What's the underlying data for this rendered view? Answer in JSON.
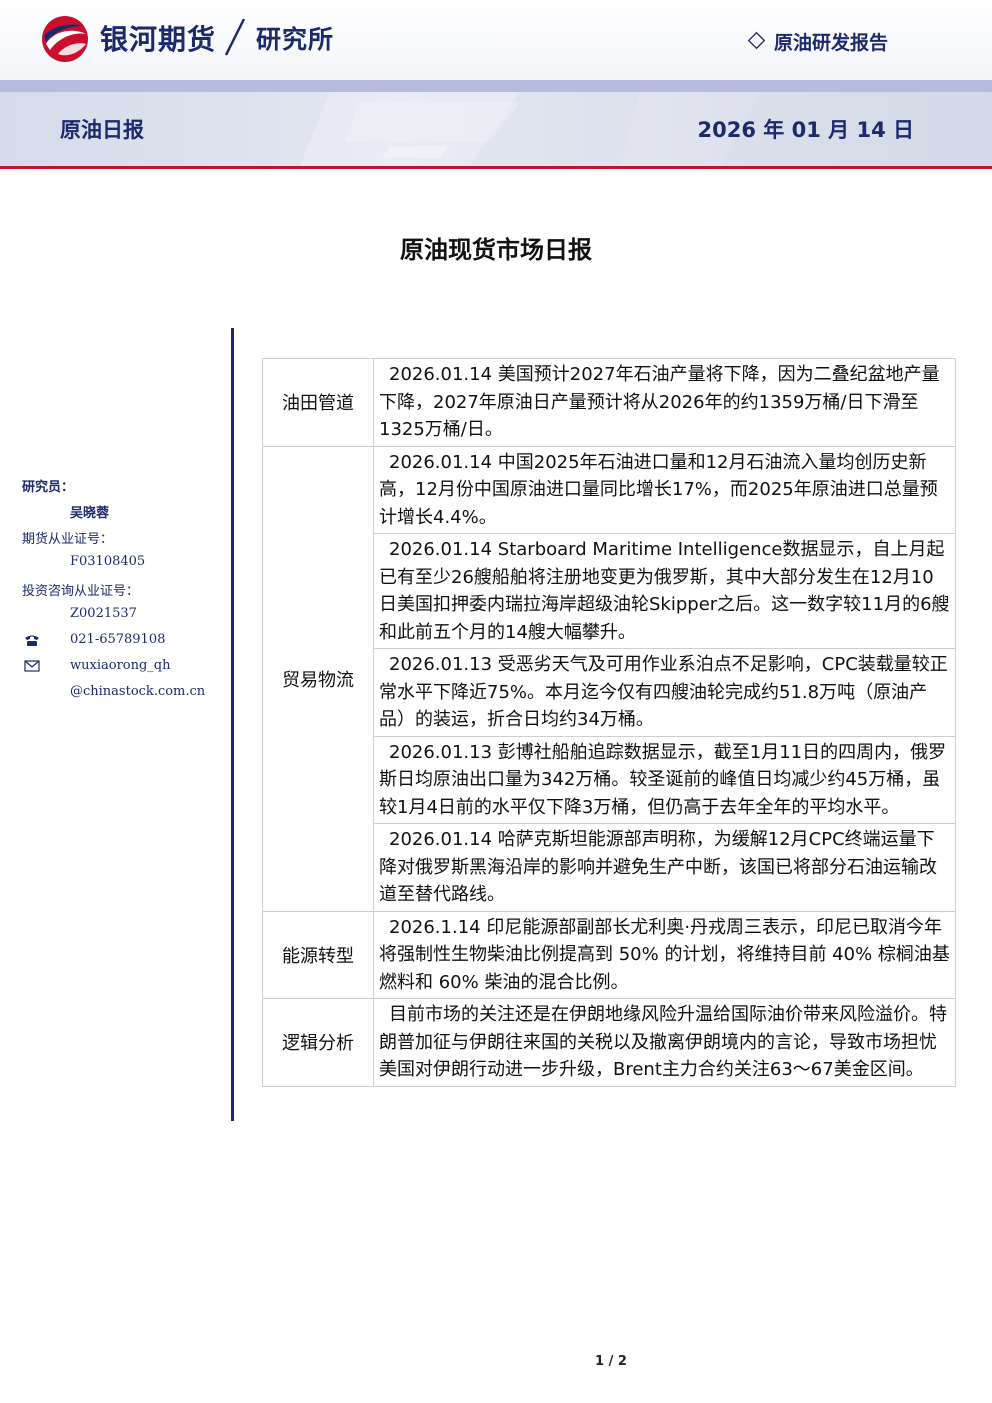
{
  "header": {
    "company": "银河期货",
    "department": "研究所",
    "report_type": "原油研发报告",
    "daily_label": "原油日报",
    "date": "2026 年 01 月 14 日"
  },
  "colors": {
    "brand_navy": "#1c2a6b",
    "logo_red": "#c8102e",
    "band_purple": "#b7bbe0"
  },
  "title": "原油现货市场日报",
  "sidebar": {
    "researcher_label": "研究员：",
    "researcher_name": "吴晓蓉",
    "license_label": "期货从业证号：",
    "license_no": "F03108405",
    "consult_label": "投资咨询从业证号：",
    "consult_no": "Z0021537",
    "phone_icon": "phone-icon",
    "phone": "021-65789108",
    "email_icon": "mail-icon",
    "email_line1": "wuxiaorong_qh",
    "email_line2": "@chinastock.com.cn"
  },
  "table": [
    {
      "category": "油田管道",
      "entries": [
        "2026.01.14 美国预计2027年石油产量将下降，因为二叠纪盆地产量下降，2027年原油日产量预计将从2026年的约1359万桶/日下滑至1325万桶/日。"
      ]
    },
    {
      "category": "贸易物流",
      "entries": [
        "2026.01.14 中国2025年石油进口量和12月石油流入量均创历史新高，12月份中国原油进口量同比增长17%，而2025年原油进口总量预计增长4.4%。",
        "2026.01.14 Starboard Maritime Intelligence数据显示，自上月起已有至少26艘船舶将注册地变更为俄罗斯，其中大部分发生在12月10日美国扣押委内瑞拉海岸超级油轮Skipper之后。这一数字较11月的6艘和此前五个月的14艘大幅攀升。",
        "2026.01.13 受恶劣天气及可用作业系泊点不足影响，CPC装载量较正常水平下降近75%。本月迄今仅有四艘油轮完成约51.8万吨（原油产品）的装运，折合日均约34万桶。",
        "2026.01.13 彭博社船舶追踪数据显示，截至1月11日的四周内，俄罗斯日均原油出口量为342万桶。较圣诞前的峰值日均减少约45万桶，虽较1月4日前的水平仅下降3万桶，但仍高于去年全年的平均水平。",
        "2026.01.14 哈萨克斯坦能源部声明称，为缓解12月CPC终端运量下降对俄罗斯黑海沿岸的影响并避免生产中断，该国已将部分石油运输改道至替代路线。"
      ]
    },
    {
      "category": "能源转型",
      "entries": [
        "2026.1.14 印尼能源部副部长尤利奥·丹戎周三表示，印尼已取消今年将强制性生物柴油比例提高到 50% 的计划，将维持目前 40% 棕榈油基燃料和 60% 柴油的混合比例。"
      ]
    },
    {
      "category": "逻辑分析",
      "entries": [
        "目前市场的关注还是在伊朗地缘风险升温给国际油价带来风险溢价。特朗普加征与伊朗往来国的关税以及撤离伊朗境内的言论，导致市场担忧美国对伊朗行动进一步升级，Brent主力合约关注63～67美金区间。"
      ]
    }
  ],
  "footer": {
    "page": "1 / 2"
  }
}
